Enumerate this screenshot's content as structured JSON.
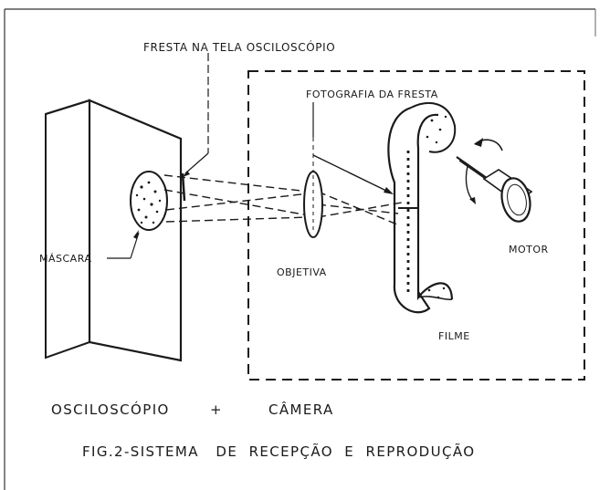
{
  "labels": {
    "fresta_tela": "FRESTA NA TELA OSCILOSCÓPIO",
    "fotografia_fresta": "FOTOGRAFIA DA FRESTA",
    "mascara": "MÁSCARA",
    "objetiva": "OBJETIVA",
    "motor": "MOTOR",
    "filme": "FILME",
    "osciloscopio": "OSCILOSCÓPIO",
    "plus": "+",
    "camera": "CÂMERA"
  },
  "caption": "FIG.2-SISTEMA   DE  RECEPÇÃO  E  REPRODUÇÃO"
}
